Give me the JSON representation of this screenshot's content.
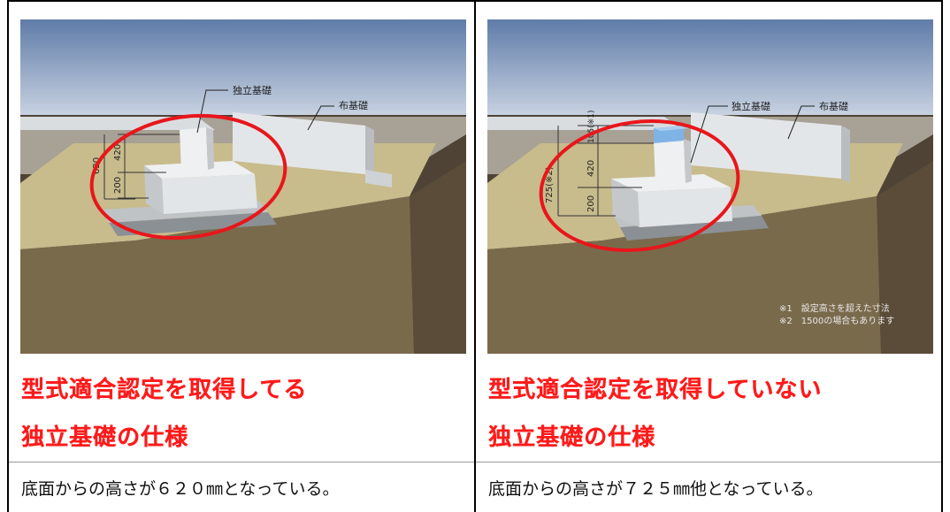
{
  "left": {
    "image_labels": {
      "isolated": "独立基礎",
      "strip": "布基礎",
      "dim_total": "620",
      "dim_top": "420",
      "dim_bottom": "200"
    },
    "heading_line1": "型式適合認定を取得してる",
    "heading_line2": "独立基礎の仕様",
    "description": "底面からの高さが６２０㎜となっている。"
  },
  "right": {
    "image_labels": {
      "isolated": "独立基礎",
      "strip": "布基礎",
      "dim_total": "725(※2)",
      "dim_extra": "105(※1)",
      "dim_top": "420",
      "dim_bottom": "200",
      "note1": "※1　設定高さを超えた寸法",
      "note2": "※2　1500の場合もあります"
    },
    "heading_line1": "型式適合認定を取得していない",
    "heading_line2": "独立基礎の仕様",
    "description": "底面からの高さが７２５㎜他となっている。"
  },
  "colors": {
    "heading": "#ff1a1a",
    "highlight_ellipse": "#e8161b",
    "extra_block": "#7fb3e6"
  }
}
